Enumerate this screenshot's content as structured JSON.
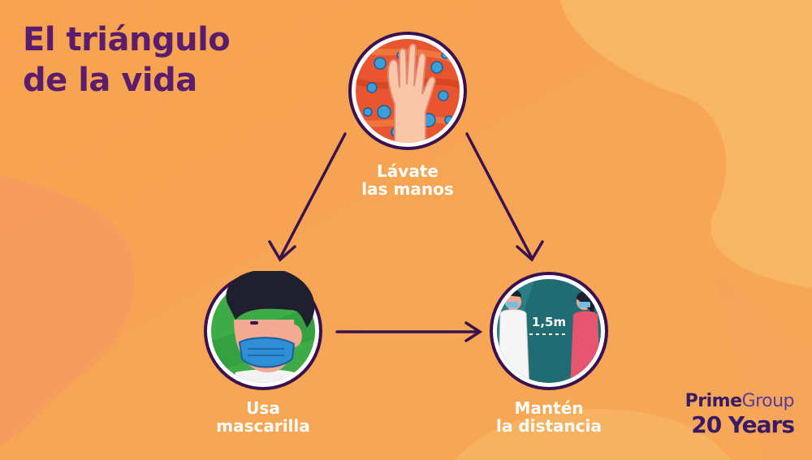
{
  "title": {
    "line1": "El triángulo",
    "line2": "de la vida"
  },
  "steps": [
    {
      "line1": "Lávate",
      "line2": "las manos",
      "illustration": "hand-washing-icon"
    },
    {
      "line1": "Usa",
      "line2": "mascarilla",
      "illustration": "face-mask-icon"
    },
    {
      "line1": "Mantén",
      "line2": "la distancia",
      "illustration": "social-distance-icon"
    }
  ],
  "distance_label": "1,5m",
  "brand": {
    "prime": "Prime",
    "group": "Group",
    "years": "20 Years"
  },
  "colors": {
    "background": "#f6a552",
    "title": "#5a1d6e",
    "arrows": "#3a1150",
    "labels": "#ffffff",
    "brand": "#3a1a66"
  }
}
